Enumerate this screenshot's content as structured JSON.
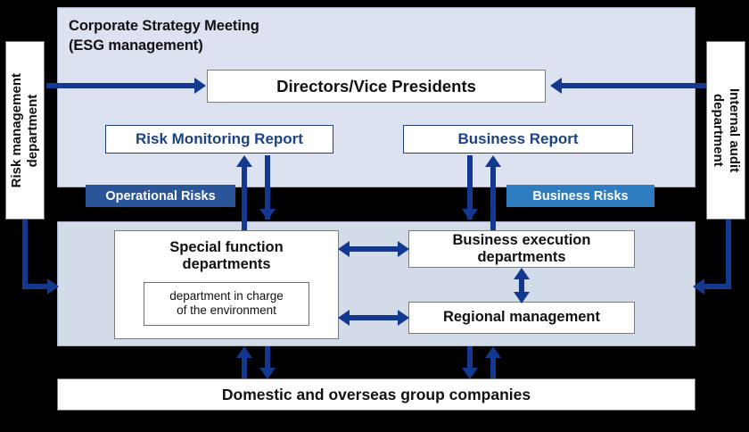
{
  "diagram": {
    "top_panel": {
      "title": "Corporate Strategy Meeting\n(ESG management)",
      "directors_label": "Directors/Vice Presidents",
      "risk_report_label": "Risk Monitoring Report",
      "business_report_label": "Business Report"
    },
    "side_departments": {
      "left_label": "Risk management\ndepartment",
      "right_label": "Internal audit\ndepartment"
    },
    "badges": {
      "operational_risks": "Operational Risks",
      "business_risks": "Business Risks"
    },
    "mid_panel": {
      "special_function_label": "Special function\ndepartments",
      "special_function_inner_label": "department in charge\nof the environment",
      "business_execution_label": "Business execution\ndepartments",
      "regional_management_label": "Regional management"
    },
    "bottom": {
      "group_companies_label": "Domestic and overseas group companies"
    },
    "colors": {
      "background": "#000000",
      "top_panel": "#dce2ef",
      "mid_panel": "#d4dbe8",
      "arrow": "#13388f",
      "operational_risks_badge": "#2a5699",
      "business_risks_badge": "#2e7cc0",
      "navy_text": "#1c4383",
      "box_border": "#7b7b7b"
    }
  }
}
